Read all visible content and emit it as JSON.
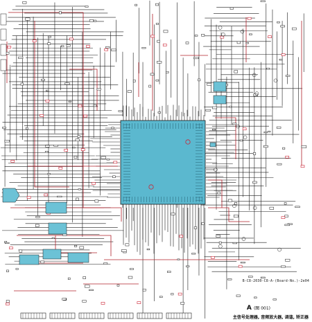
{
  "schematic": {
    "board_label": "B-C8-2030-C8-A-(Board-No.)-2e04",
    "sheet_letter": "A",
    "sheet_ref": "(图 001)",
    "sheet_description": "主信号处理器, 音频放大器, 调谐, 矫正器"
  },
  "colors": {
    "background": "#ffffff",
    "wire": "#1a1a1a",
    "ground_wire": "#b0202a",
    "ic_fill": "#5bb8cf",
    "ic_secondary": "#6cc2d6",
    "marker": "#cc2233"
  },
  "icons": {
    "main_ic": "ic-chip-icon",
    "sub_ic": "small-ic-icon",
    "test_point": "test-point-icon",
    "transistor": "transistor-icon"
  }
}
